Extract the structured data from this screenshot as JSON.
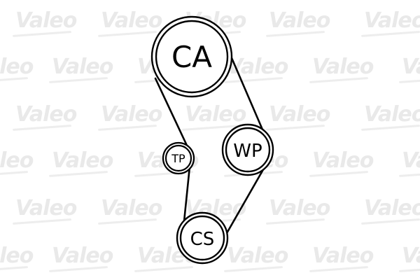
{
  "watermark": {
    "text": "Valeo"
  },
  "diagram": {
    "pulleys": {
      "ca": {
        "label": "CA"
      },
      "wp": {
        "label": "WP"
      },
      "tp": {
        "label": "TP"
      },
      "cs": {
        "label": "CS"
      }
    },
    "colors": {
      "stroke": "#000000",
      "fill": "#ffffff",
      "watermark": "#e9e9e9"
    }
  }
}
